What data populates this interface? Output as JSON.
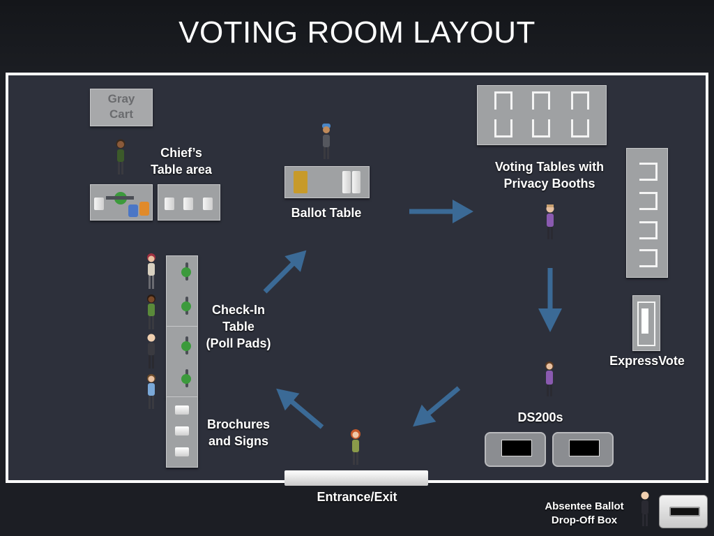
{
  "title": "VOTING ROOM LAYOUT",
  "labels": {
    "gray_cart": "Gray\nCart",
    "chief": "Chief’s\nTable area",
    "ballot_table": "Ballot Table",
    "voting_tables": "Voting Tables with\nPrivacy Booths",
    "check_in": "Check-In\nTable\n(Poll Pads)",
    "brochures": "Brochures\nand Signs",
    "expressvote": "ExpressVote",
    "ds200s": "DS200s",
    "entrance": "Entrance/Exit",
    "absentee": "Absentee Ballot\nDrop-Off Box"
  },
  "colors": {
    "room_floor": "#2d303b",
    "table": "#9fa1a3",
    "arrow": "#3b6a96",
    "poll_pad": "#3c9a3c"
  },
  "flow": [
    "Entrance/Exit",
    "Check-In Table (Poll Pads)",
    "Ballot Table",
    "Voting Tables with Privacy Booths",
    "DS200s",
    "Entrance/Exit"
  ]
}
